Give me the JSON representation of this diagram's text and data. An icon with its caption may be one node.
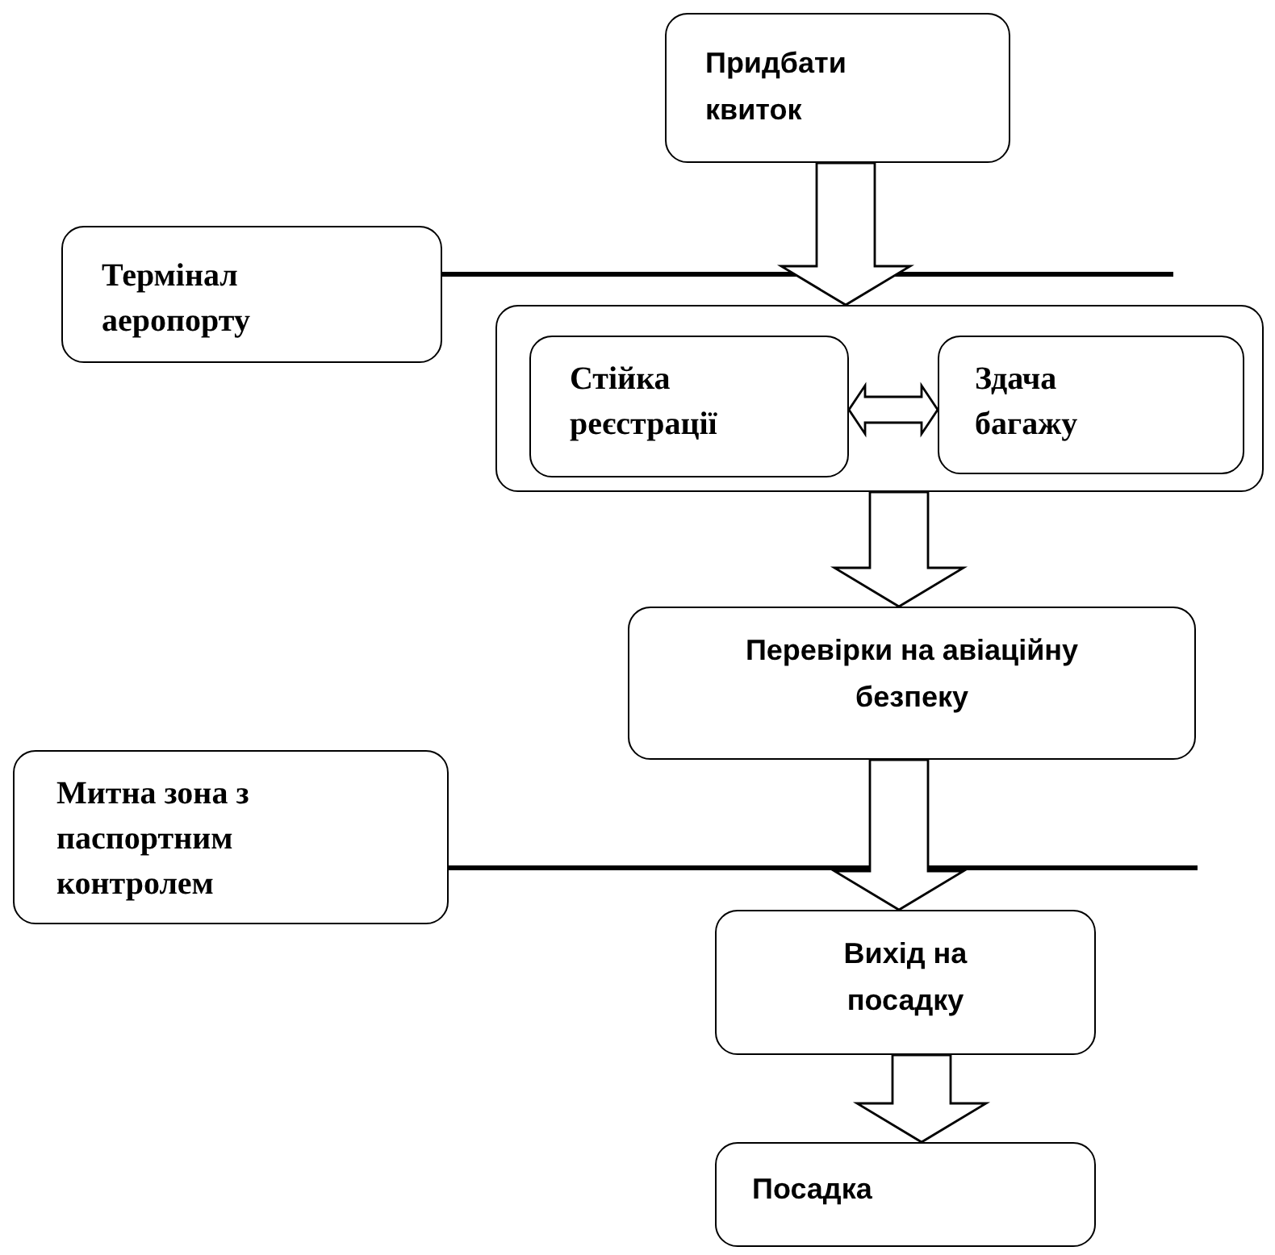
{
  "diagram": {
    "nodes": [
      {
        "text": [
          "Придбати квиток"
        ]
      },
      {
        "text": [
          "Термінал аеропорту"
        ]
      },
      {
        "text": [],
        "shape": "box"
      },
      {
        "text": [
          "Стійка реєстрації"
        ],
        "in": 2
      },
      {
        "text": [
          "Здача багажу"
        ],
        "in": 2
      },
      {
        "text": [
          "Перевірки на авіаційну безпеку"
        ]
      },
      {
        "text": [
          "Митна зона з паспортним контролем"
        ]
      },
      {
        "text": [
          "Вихід на посадку"
        ]
      },
      {
        "text": [
          "Посадка"
        ]
      }
    ],
    "edges": [
      {
        "from": 0,
        "to": 2,
        "arrow": "to"
      },
      {
        "from": 1,
        "to": null,
        "arrow": "none"
      },
      {
        "from": 3,
        "to": 4,
        "arrow": "both"
      },
      {
        "from": 2,
        "to": 5,
        "arrow": "to"
      },
      {
        "from": 6,
        "to": null,
        "arrow": "none"
      },
      {
        "from": 5,
        "to": 7,
        "arrow": "to"
      },
      {
        "from": 7,
        "to": 8,
        "arrow": "to"
      }
    ]
  }
}
